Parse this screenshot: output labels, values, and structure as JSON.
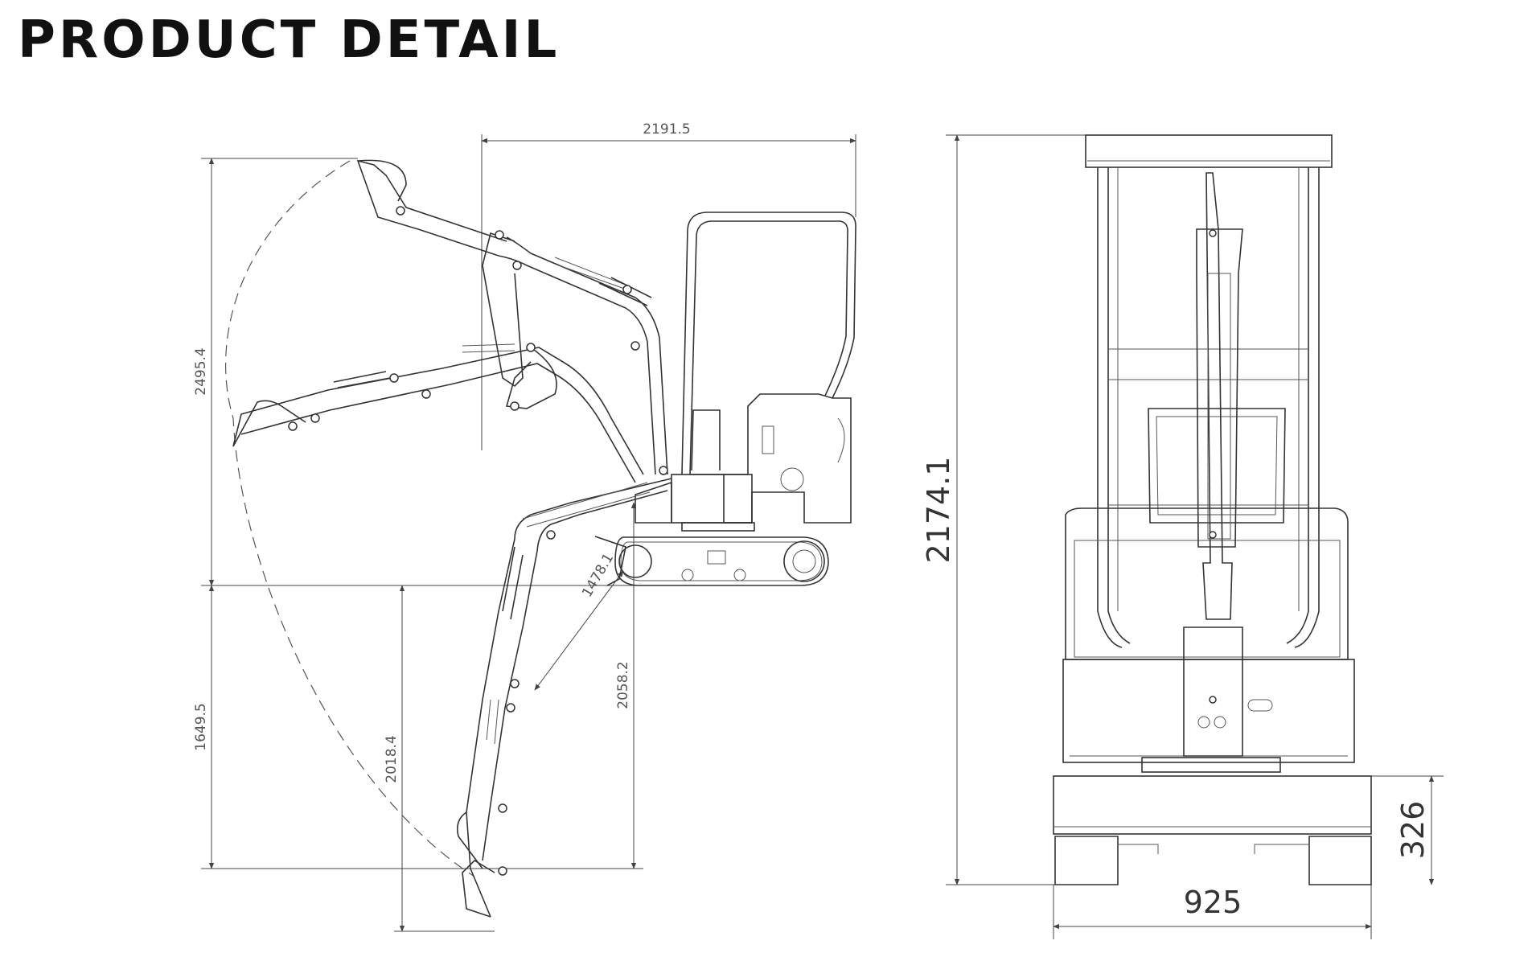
{
  "title": "PRODUCT DETAIL",
  "side_view": {
    "overall_length": "2191.5",
    "max_dig_height": "2495.4",
    "max_dump_height": "1649.5",
    "max_dig_depth": "2018.4",
    "vertical_reach": "2058.2",
    "bucket_radius": "1478.1"
  },
  "front_view": {
    "overall_height": "2174.1",
    "track_width": "925",
    "track_height": "326"
  }
}
